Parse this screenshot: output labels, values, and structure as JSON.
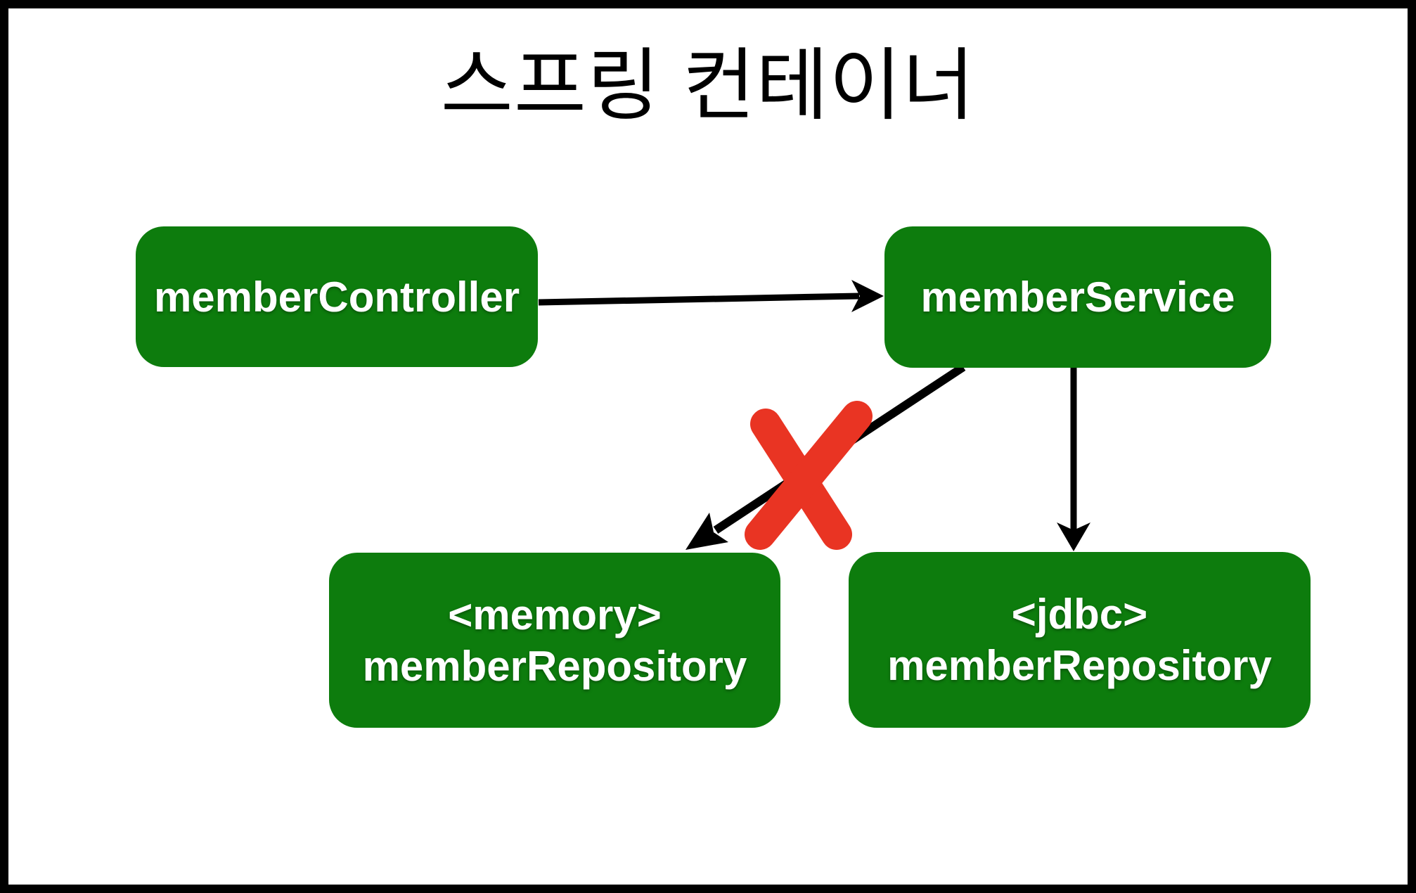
{
  "diagram": {
    "title": "스프링 컨테이너",
    "nodes": {
      "controller": {
        "label": "memberController"
      },
      "service": {
        "label": "memberService"
      },
      "memory_repository": {
        "line1": "<memory>",
        "line2": "memberRepository"
      },
      "jdbc_repository": {
        "line1": "<jdbc>",
        "line2": "memberRepository"
      }
    },
    "edges": [
      {
        "from": "memberController",
        "to": "memberService",
        "status": "active"
      },
      {
        "from": "memberService",
        "to": "jdbc memberRepository",
        "status": "active"
      },
      {
        "from": "memberService",
        "to": "memory memberRepository",
        "status": "crossed-out"
      }
    ],
    "colors": {
      "node_background": "#0d7c0d",
      "node_text": "#ffffff",
      "arrow": "#000000",
      "cross_mark": "#e93423",
      "frame_border": "#000000",
      "canvas_background": "#ffffff"
    }
  }
}
